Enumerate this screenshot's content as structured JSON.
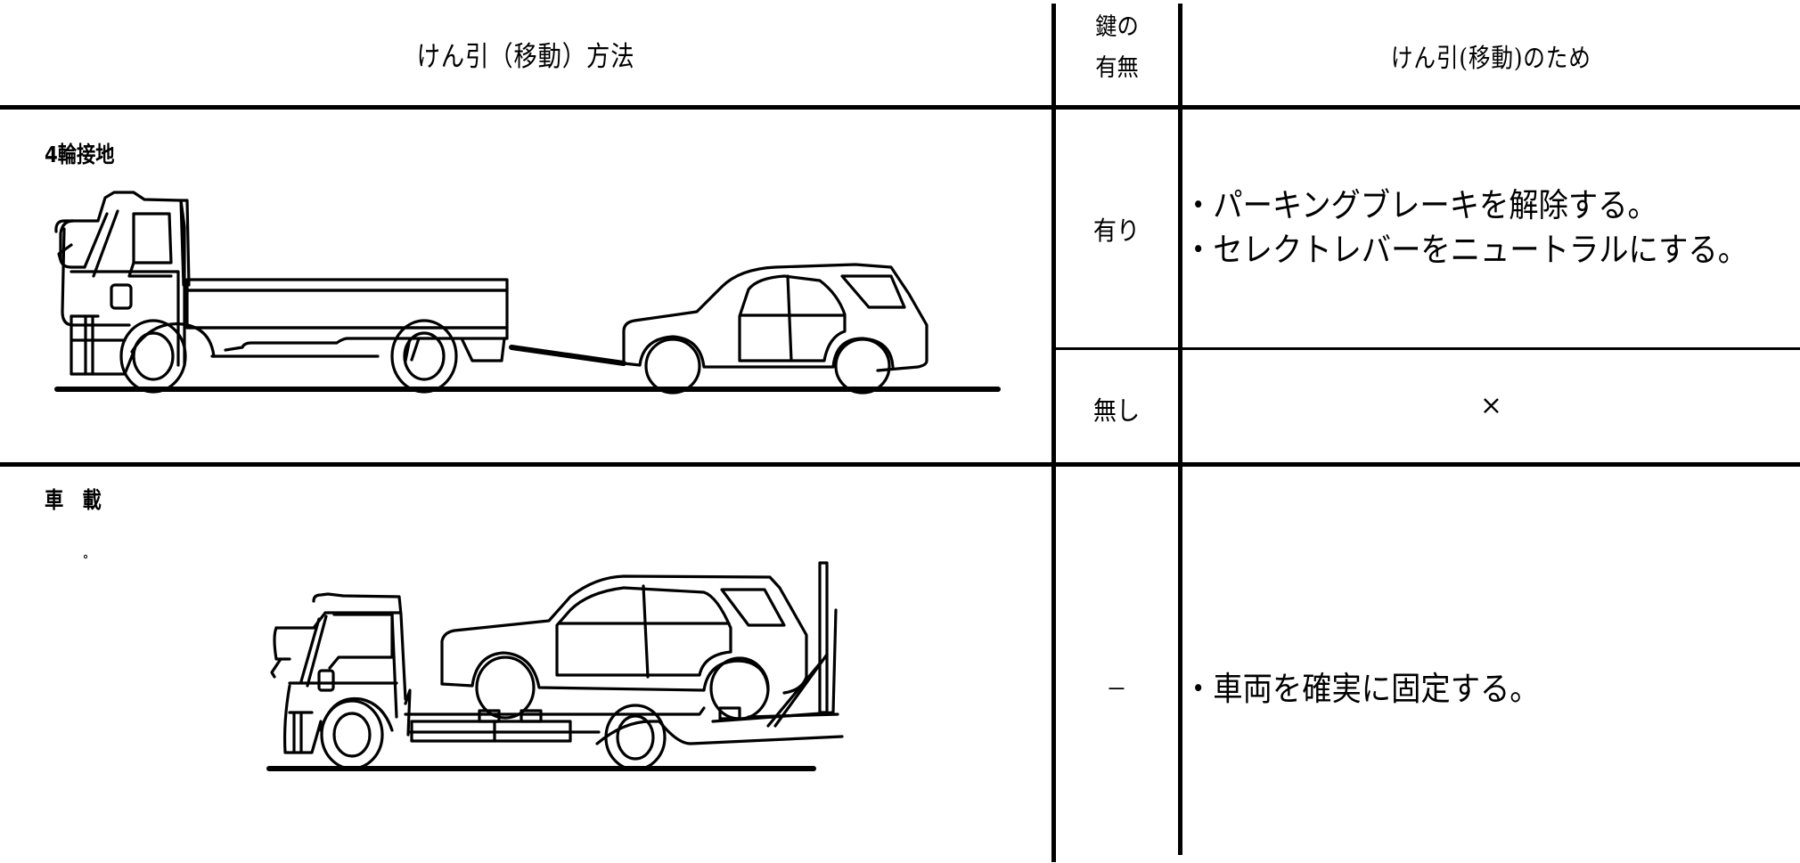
{
  "table": {
    "headers": {
      "method": "けん引（移動）方法",
      "key_line1": "鍵の",
      "key_line2": "有無",
      "action": "けん引(移動)のため"
    },
    "sections": [
      {
        "label": "4輪接地",
        "illustration": "truck-towing-car-icon",
        "rows": [
          {
            "key": "有り",
            "instructions": [
              "・パーキングブレーキを解除する。",
              "・セレクトレバーをニュートラルにする。"
            ]
          },
          {
            "key": "無し",
            "instructions": [
              "×"
            ]
          }
        ]
      },
      {
        "label": "車　載",
        "illustration": "flatbed-truck-carrying-car-icon",
        "rows": [
          {
            "key": "－",
            "instructions": [
              "・車両を確実に固定する。"
            ]
          }
        ]
      }
    ]
  },
  "colors": {
    "line": "#000000",
    "background": "#ffffff"
  }
}
